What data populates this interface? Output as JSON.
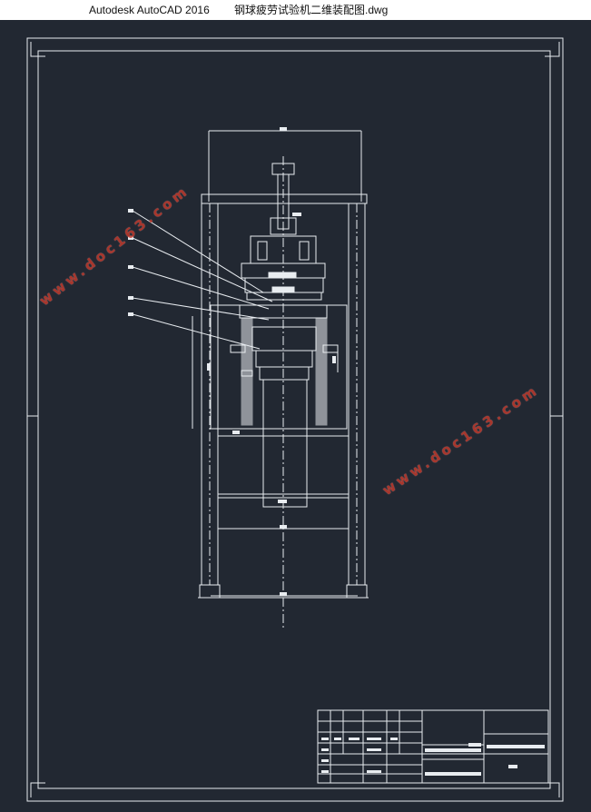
{
  "window": {
    "app_name": "Autodesk AutoCAD 2016",
    "file_name": "钢球疲劳试验机二维装配图.dwg"
  },
  "watermark": {
    "text": "www.doc163.com",
    "color": "#c0392b"
  },
  "colors": {
    "canvas_bg": "#222832",
    "line": "#e8ecf0",
    "titlebar_bg": "#ffffff"
  }
}
